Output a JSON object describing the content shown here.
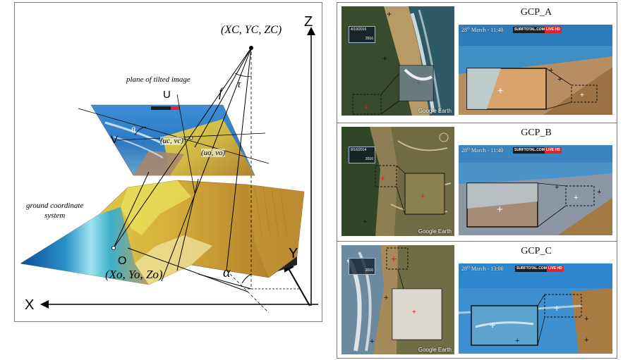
{
  "left_figure": {
    "axis_z": "Z",
    "axis_x": "X",
    "axis_y": "Y",
    "camera_label": "(Xᴄ, Yᴄ, Zᴄ)",
    "camera_text": "(XC, YC, ZC)",
    "plane_label": "plane of tilted image",
    "u_axis": "U",
    "v_axis": "V",
    "theta": "θ",
    "tau": "τ",
    "focal": "f",
    "uc_vc": "(uc, vc)",
    "uo_vo": "(uo, vo)",
    "ground_label_line1": "ground coordinate",
    "ground_label_line2": "system",
    "origin": "O",
    "ground_point": "(Xo, Yo, Zo)",
    "alpha": "α",
    "image_brand": "SURFTOTAL.COM",
    "image_live": "LIVE HD"
  },
  "gcp_rows": [
    {
      "title": "GCP_A",
      "date": "4/19/2016",
      "year": "2016",
      "caption_day": "28",
      "caption_sup": "th",
      "caption_rest": " March - 11:40",
      "brand": "SURFTOTAL.COM",
      "live": "LIVE HD",
      "ge": "Google Earth"
    },
    {
      "title": "GCP_B",
      "date": "8/16/2014",
      "year": "2016",
      "caption_day": "28",
      "caption_sup": "th",
      "caption_rest": " March - 11:40",
      "brand": "SURFTOTAL.COM",
      "live": "LIVE HD",
      "ge": "Google Earth"
    },
    {
      "title": "GCP_C",
      "date": "",
      "year": "2016",
      "caption_day": "28",
      "caption_sup": "th",
      "caption_rest": " March - 13:00",
      "brand": "SURFTOTAL.COM",
      "live": "LIVE HD",
      "ge": "Google Earth"
    }
  ],
  "colors": {
    "marker_red": "#e0201c",
    "marker_black": "#111111",
    "marker_white": "#ffffff",
    "live_red": "#e4242a",
    "brand_dark": "#1d1d1d"
  }
}
